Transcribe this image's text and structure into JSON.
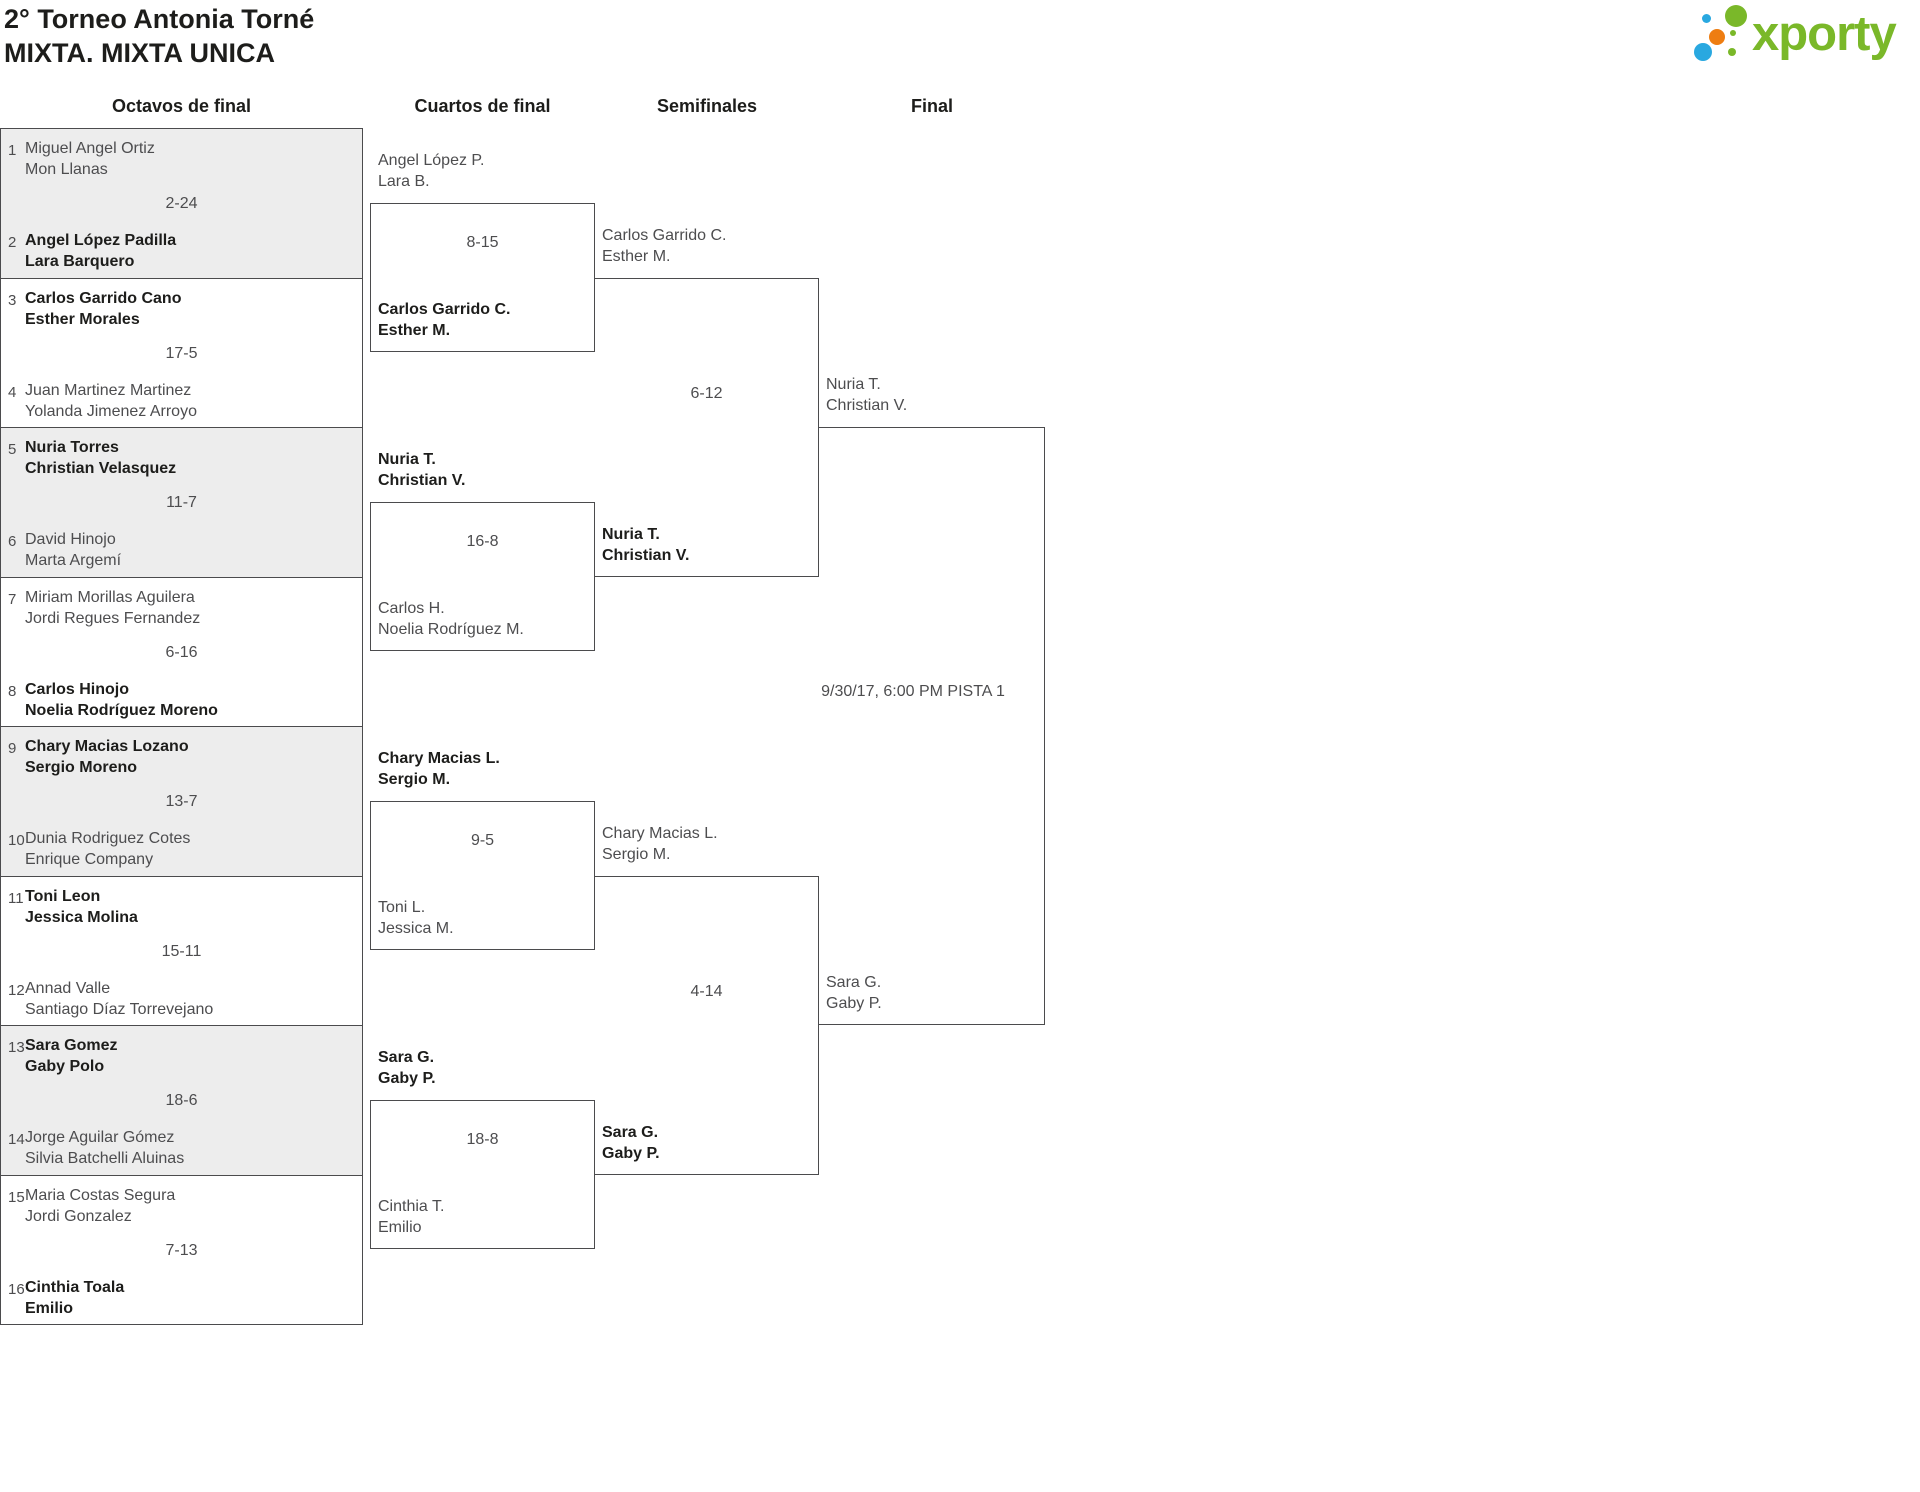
{
  "header": {
    "title_line1": "2° Torneo Antonia Torné",
    "title_line2": "MIXTA. MIXTA UNICA",
    "logo_text": "xporty"
  },
  "columns": [
    "Octavos de final",
    "Cuartos de final",
    "Semifinales",
    "Final"
  ],
  "colors": {
    "brand_green": "#7ab829",
    "brand_blue": "#29a8e0",
    "brand_orange": "#ee7d11",
    "row_shade": "#ededed",
    "border": "#4b4b4d",
    "text_primary": "#1d1d1b",
    "text_secondary": "#4d4d4f"
  },
  "rounds": {
    "octavos": [
      {
        "seed1": "1",
        "team1": [
          "Miguel Angel Ortiz",
          "Mon Llanas"
        ],
        "score": "2-24",
        "seed2": "2",
        "team2": [
          "Angel López Padilla",
          "Lara Barquero"
        ],
        "winner": "team2"
      },
      {
        "seed1": "3",
        "team1": [
          "Carlos Garrido Cano",
          "Esther Morales"
        ],
        "score": "17-5",
        "seed2": "4",
        "team2": [
          "Juan Martinez Martinez",
          "Yolanda Jimenez Arroyo"
        ],
        "winner": "team1"
      },
      {
        "seed1": "5",
        "team1": [
          "Nuria Torres",
          "Christian Velasquez"
        ],
        "score": "11-7",
        "seed2": "6",
        "team2": [
          "David Hinojo",
          "Marta Argemí"
        ],
        "winner": "team1"
      },
      {
        "seed1": "7",
        "team1": [
          "Miriam Morillas Aguilera",
          "Jordi Regues Fernandez"
        ],
        "score": "6-16",
        "seed2": "8",
        "team2": [
          "Carlos Hinojo",
          "Noelia Rodríguez Moreno"
        ],
        "winner": "team2"
      },
      {
        "seed1": "9",
        "team1": [
          "Chary Macias Lozano",
          "Sergio Moreno"
        ],
        "score": "13-7",
        "seed2": "10",
        "team2": [
          "Dunia Rodriguez Cotes",
          "Enrique Company"
        ],
        "winner": "team1"
      },
      {
        "seed1": "11",
        "team1": [
          "Toni Leon",
          "Jessica Molina"
        ],
        "score": "15-11",
        "seed2": "12",
        "team2": [
          "Annad Valle",
          "Santiago Díaz Torrevejano"
        ],
        "winner": "team1"
      },
      {
        "seed1": "13",
        "team1": [
          "Sara Gomez",
          "Gaby Polo"
        ],
        "score": "18-6",
        "seed2": "14",
        "team2": [
          "Jorge Aguilar Gómez",
          "Silvia Batchelli Aluinas"
        ],
        "winner": "team1"
      },
      {
        "seed1": "15",
        "team1": [
          "Maria Costas Segura",
          "Jordi Gonzalez"
        ],
        "score": "7-13",
        "seed2": "16",
        "team2": [
          "Cinthia Toala",
          "Emilio"
        ],
        "winner": "team2"
      }
    ],
    "cuartos": [
      {
        "team1": [
          "Angel López P.",
          "Lara B."
        ],
        "score": "8-15",
        "team2": [
          "Carlos Garrido C.",
          "Esther M."
        ],
        "winner": "team2"
      },
      {
        "team1": [
          "Nuria T.",
          "Christian V."
        ],
        "score": "16-8",
        "team2": [
          "Carlos H.",
          "Noelia Rodríguez M."
        ],
        "winner": "team1"
      },
      {
        "team1": [
          "Chary Macias L.",
          "Sergio M."
        ],
        "score": "9-5",
        "team2": [
          "Toni L.",
          "Jessica M."
        ],
        "winner": "team1"
      },
      {
        "team1": [
          "Sara G.",
          "Gaby P."
        ],
        "score": "18-8",
        "team2": [
          "Cinthia T.",
          "Emilio"
        ],
        "winner": "team1"
      }
    ],
    "semifinales": [
      {
        "team1": [
          "Carlos Garrido C.",
          "Esther M."
        ],
        "score": "6-12",
        "team2": [
          "Nuria T.",
          "Christian V."
        ],
        "winner": "team2"
      },
      {
        "team1": [
          "Chary Macias L.",
          "Sergio M."
        ],
        "score": "4-14",
        "team2": [
          "Sara G.",
          "Gaby P."
        ],
        "winner": "team2"
      }
    ],
    "final": [
      {
        "team1": [
          "Nuria T.",
          "Christian V."
        ],
        "schedule": "9/30/17, 6:00 PM PISTA 1",
        "team2": [
          "Sara G.",
          "Gaby P."
        ],
        "winner": ""
      }
    ]
  }
}
